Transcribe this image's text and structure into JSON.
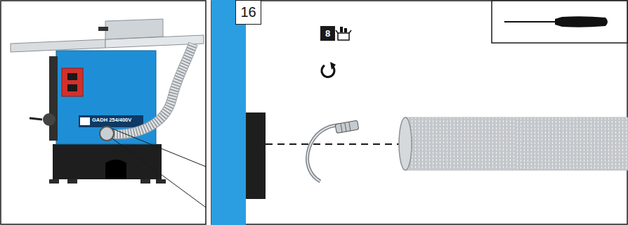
{
  "diagram": {
    "nodes": [
      {
        "text": [
          "16"
        ]
      },
      {
        "text": [
          "8"
        ]
      }
    ],
    "labels": [
      "GADH 254/400V"
    ]
  }
}
